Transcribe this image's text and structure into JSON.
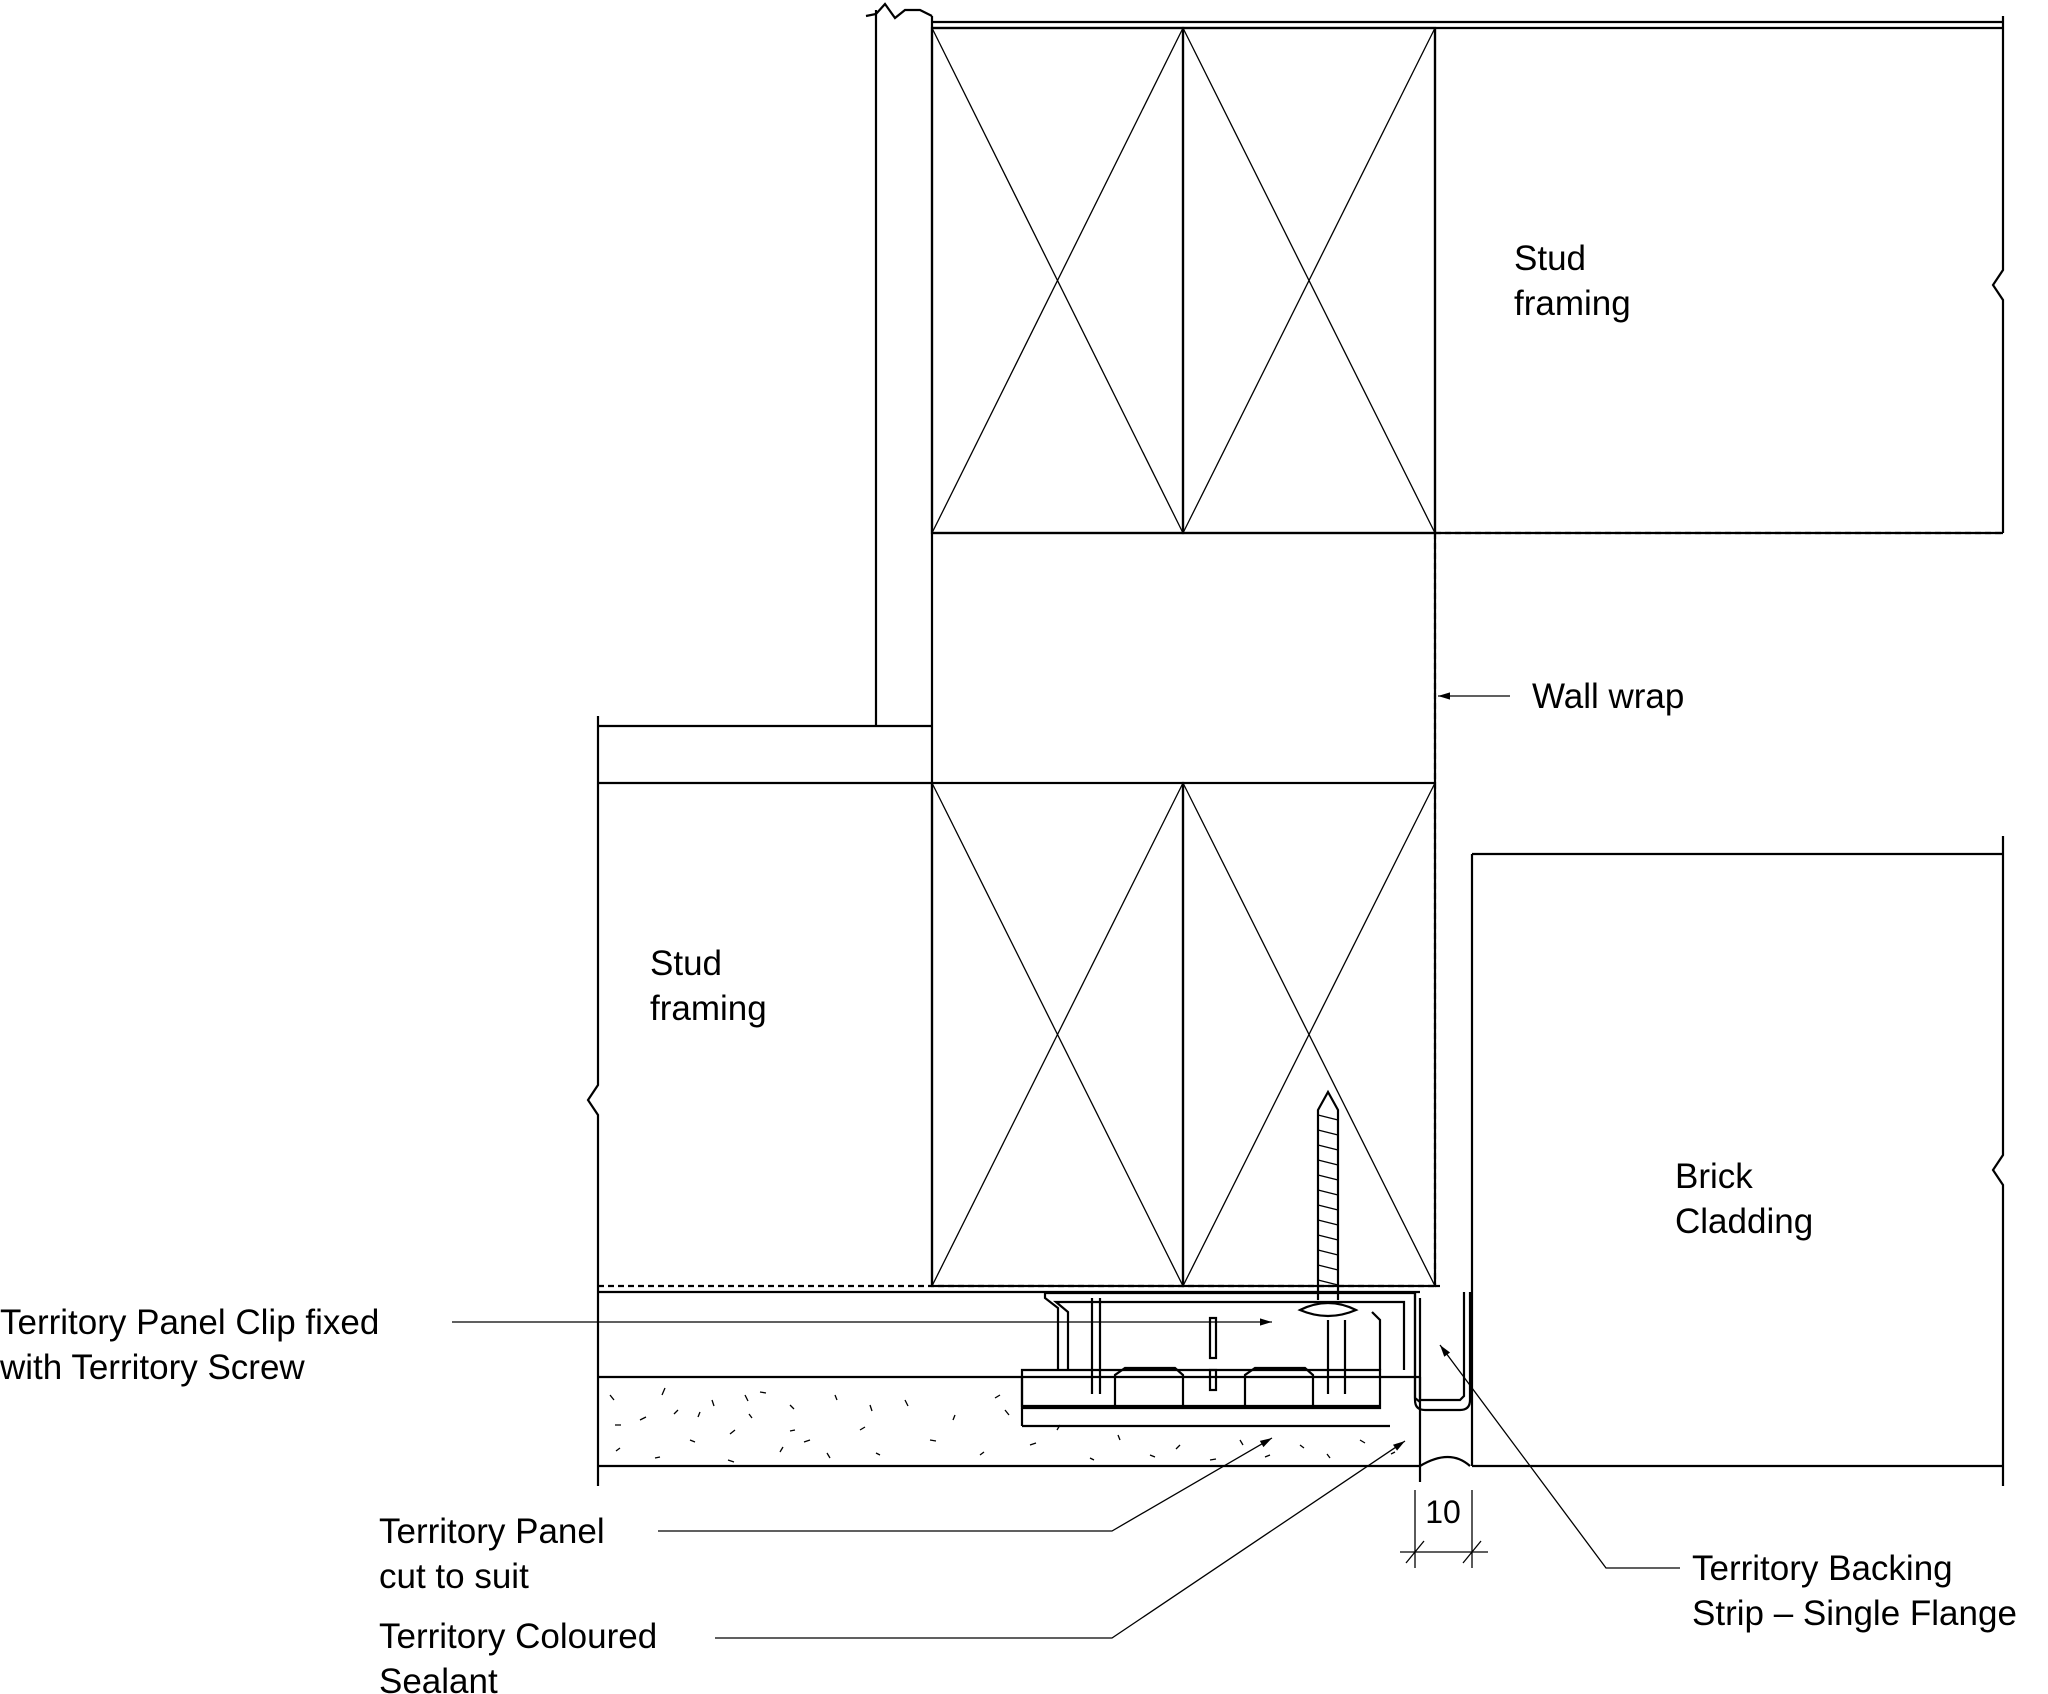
{
  "labels": {
    "stud_framing_top_line1": "Stud",
    "stud_framing_top_line2": "framing",
    "stud_framing_left_line1": "Stud",
    "stud_framing_left_line2": "framing",
    "wall_wrap": "Wall wrap",
    "brick_cladding_line1": "Brick",
    "brick_cladding_line2": "Cladding",
    "panel_clip_line1": "Territory Panel Clip fixed",
    "panel_clip_line2": "with Territory Screw",
    "panel_line1": "Territory Panel",
    "panel_line2": "cut to suit",
    "sealant_line1": "Territory Coloured",
    "sealant_line2": "Sealant",
    "backing_strip_line1": "Territory Backing",
    "backing_strip_line2": "Strip – Single Flange",
    "gap_dimension": "10"
  },
  "colors": {
    "ink": "#000000",
    "paper": "#ffffff"
  }
}
